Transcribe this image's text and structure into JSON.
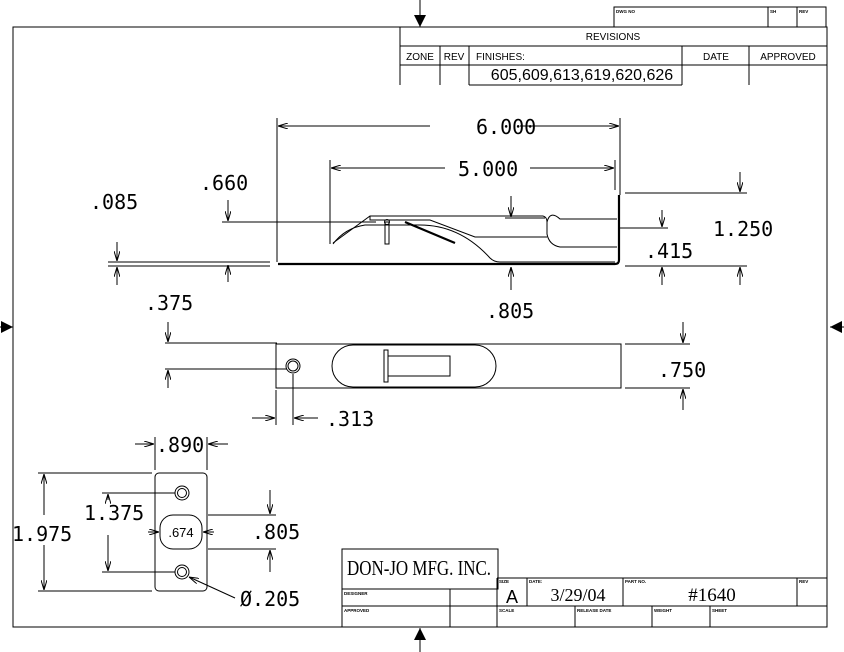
{
  "header_block": {
    "dwg_no_label": "DWG NO",
    "sh_label": "SH",
    "rev_label": "REV"
  },
  "revisions": {
    "title": "REVISIONS",
    "zone": "ZONE",
    "rev": "REV",
    "finishes_label": "FINISHES:",
    "finishes_value": "605,609,613,619,620,626",
    "date": "DATE",
    "approved": "APPROVED"
  },
  "dimensions": {
    "overall_length": "6.000",
    "slot_length": "5.000",
    "d660": ".660",
    "d085": ".085",
    "d1250": "1.250",
    "d415": ".415",
    "d805_side": ".805",
    "d375": ".375",
    "d750": ".750",
    "d313": ".313",
    "d890": ".890",
    "d1975": "1.975",
    "d1375": "1.375",
    "d674": ".674",
    "d805_strike": ".805",
    "hole_dia": "Ø.205"
  },
  "title_block": {
    "company": "DON-JO MFG. INC.",
    "designer_label": "DESIGNER",
    "approved_label": "APPROVED",
    "size_label": "SIZE",
    "size_value": "A",
    "date_label": "DATE:",
    "date_value": "3/29/04",
    "part_no_label": "PART NO.",
    "part_no_value": "#1640",
    "rev_label": "REV",
    "scale_label": "SCALE",
    "release_date_label": "RELEASE DATE",
    "weight_label": "WEIGHT",
    "sheet_label": "SHEET"
  }
}
